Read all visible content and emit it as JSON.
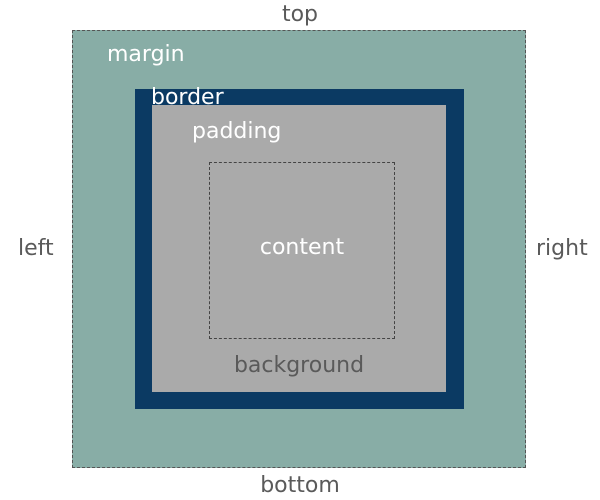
{
  "labels": {
    "top": "top",
    "bottom": "bottom",
    "left": "left",
    "right": "right",
    "margin": "margin",
    "border": "border",
    "padding": "padding",
    "content": "content",
    "background": "background"
  },
  "colors": {
    "margin": "#88ada6",
    "border": "#0b3a63",
    "padding": "#aaaaaa",
    "content": "#aaaaaa",
    "side_text": "#5a5a5a",
    "box_text": "#ffffff"
  }
}
